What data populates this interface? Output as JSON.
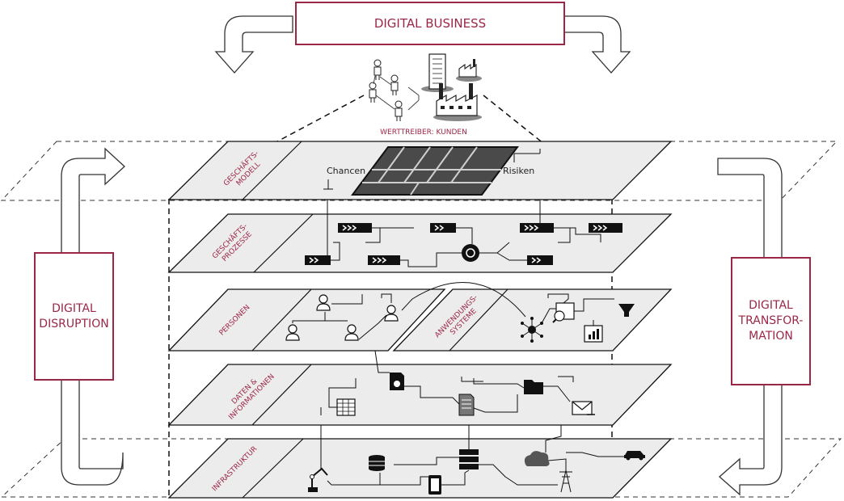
{
  "title": "DIGITAL BUSINESS",
  "value_driver": "WERTTREIBER: KUNDEN",
  "left_box": "DIGITAL DISRUPTION",
  "right_box": "DIGITAL TRANSFORMATION",
  "left_box_lines": [
    "DIGITAL",
    "DISRUPTION"
  ],
  "right_box_lines": [
    "DIGITAL",
    "TRANSFOR-",
    "MATION"
  ],
  "layers": {
    "geschaeftsmodell": [
      "GESCHÄFTS-",
      "MODELL"
    ],
    "prozesse": [
      "GESCHÄFTS-",
      "PROZESSE"
    ],
    "personen": [
      "PERSONEN"
    ],
    "anwendungssysteme": [
      "ANWENDUNGS-",
      "SYSTEME"
    ],
    "daten": [
      "DATEN &",
      "INFORMATIONEN"
    ],
    "infrastruktur": [
      "INFRASTRUKTUR"
    ]
  },
  "labels": {
    "chancen": "Chancen",
    "risiken": "Risiken"
  },
  "colors": {
    "accent": "#9b2747",
    "plane": "#ececec",
    "line": "#111111"
  }
}
